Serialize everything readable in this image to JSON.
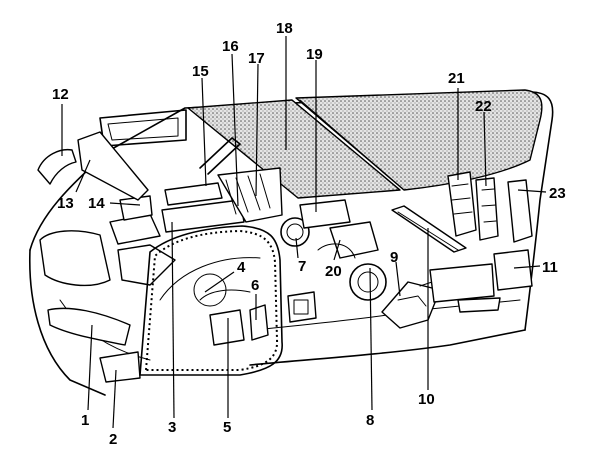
{
  "diagram": {
    "callouts": [
      "1",
      "2",
      "3",
      "4",
      "5",
      "6",
      "7",
      "8",
      "9",
      "10",
      "11",
      "12",
      "13",
      "14",
      "15",
      "16",
      "17",
      "18",
      "19",
      "20",
      "21",
      "22",
      "23"
    ],
    "colors": {
      "ink": "#000000",
      "paper": "#ffffff",
      "shade": "#bdbdbd"
    }
  }
}
